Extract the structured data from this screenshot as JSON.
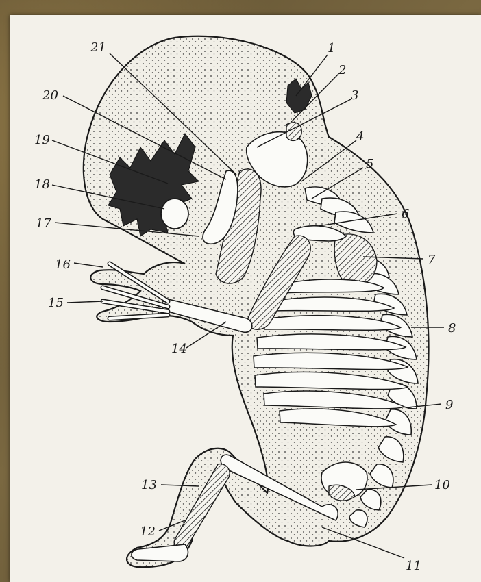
{
  "diagram": {
    "labels": [
      {
        "id": 1,
        "text": "1"
      },
      {
        "id": 2,
        "text": "2"
      },
      {
        "id": 3,
        "text": "3"
      },
      {
        "id": 4,
        "text": "4"
      },
      {
        "id": 5,
        "text": "5"
      },
      {
        "id": 6,
        "text": "6"
      },
      {
        "id": 7,
        "text": "7"
      },
      {
        "id": 8,
        "text": "8"
      },
      {
        "id": 9,
        "text": "9"
      },
      {
        "id": 10,
        "text": "10"
      },
      {
        "id": 11,
        "text": "11"
      },
      {
        "id": 12,
        "text": "12"
      },
      {
        "id": 13,
        "text": "13"
      },
      {
        "id": 14,
        "text": "14"
      },
      {
        "id": 15,
        "text": "15"
      },
      {
        "id": 16,
        "text": "16"
      },
      {
        "id": 17,
        "text": "17"
      },
      {
        "id": 18,
        "text": "18"
      },
      {
        "id": 19,
        "text": "19"
      },
      {
        "id": 20,
        "text": "20"
      },
      {
        "id": 21,
        "text": "21"
      }
    ]
  }
}
